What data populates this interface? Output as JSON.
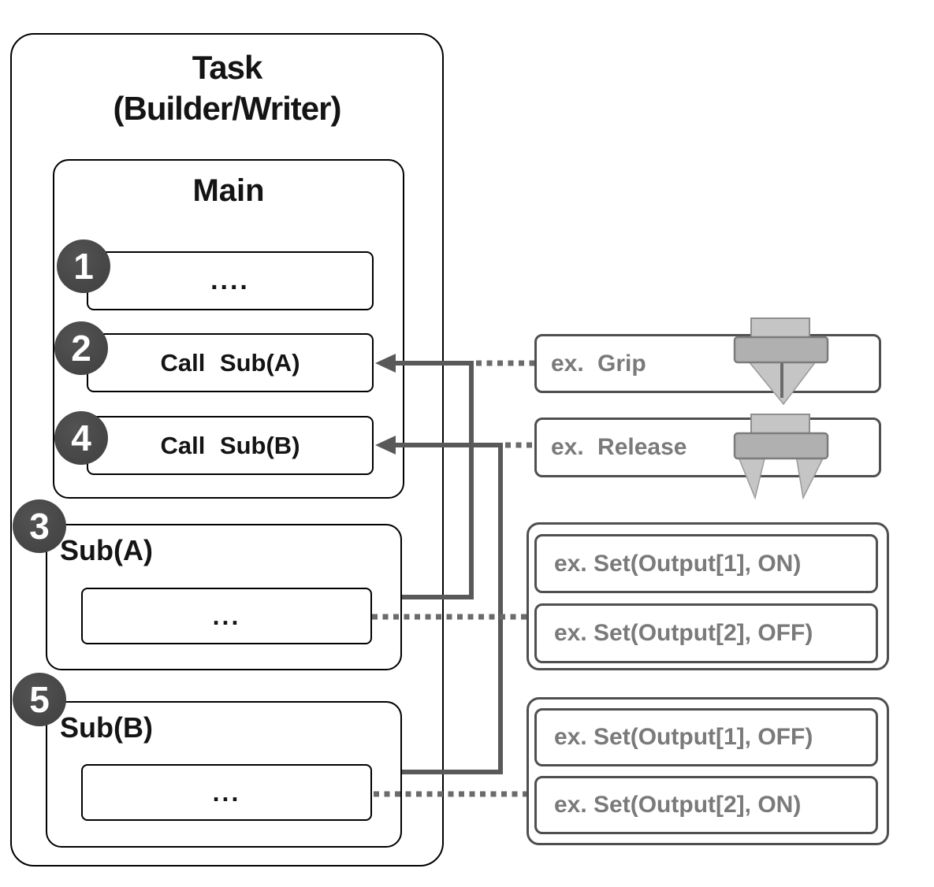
{
  "task": {
    "title_line1": "Task",
    "title_line2": "(Builder/Writer)"
  },
  "main": {
    "title": "Main",
    "steps": [
      {
        "num": "1",
        "label": "...."
      },
      {
        "num": "2",
        "label": "Call Sub(A)"
      },
      {
        "num": "4",
        "label": "Call Sub(B)"
      }
    ]
  },
  "subs": [
    {
      "num": "3",
      "title": "Sub(A)",
      "body": "..."
    },
    {
      "num": "5",
      "title": "Sub(B)",
      "body": "..."
    }
  ],
  "annotations": {
    "grip_label": "ex. Grip",
    "release_label": "ex. Release",
    "set_a": [
      "ex. Set(Output[1], ON)",
      "ex. Set(Output[2], OFF)"
    ],
    "set_b": [
      "ex. Set(Output[1], OFF)",
      "ex. Set(Output[2], ON)"
    ]
  },
  "icons": {
    "grip": "gripper-closed-icon",
    "release": "gripper-open-icon"
  },
  "colors": {
    "outline_black": "#000000",
    "outline_gray": "#4f4f4f",
    "connector_solid": "#595959",
    "connector_dotted": "#6b6b6b",
    "badge_bg": "#474747",
    "gray_text": "#7a7a7a",
    "icon_light": "#c5c5c5",
    "icon_mid": "#b0b0b0"
  }
}
